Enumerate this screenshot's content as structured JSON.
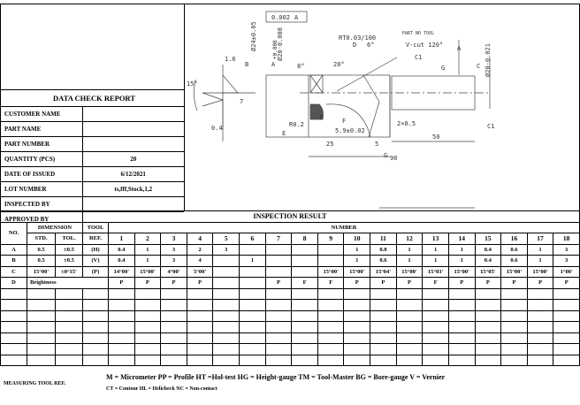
{
  "report": {
    "title": "DATA CHECK REPORT",
    "fields": [
      {
        "label": "CUSTOMER NAME",
        "value": ""
      },
      {
        "label": "PART NAME",
        "value": ""
      },
      {
        "label": "PART NUMBER",
        "value": ""
      },
      {
        "label": "QUANTITY (PCS)",
        "value": "20"
      },
      {
        "label": "DATE OF ISSUED",
        "value": "6/12/2021"
      },
      {
        "label": "LOT NUMBER",
        "value": "ts,fff,Stock,1,2"
      },
      {
        "label": "INSPECTED BY",
        "value": ""
      },
      {
        "label": "APPROVED BY",
        "value": ""
      }
    ]
  },
  "drawing": {
    "labels": {
      "d1_6": "1.6",
      "a15": "15°",
      "d7": "7",
      "d0_4": "0.4",
      "b": "B",
      "b_dim": "Ø24±0.05",
      "a": "A",
      "a_dim": "Ø20-0.008",
      "a_tol": "+0.008",
      "gdt": "0.002",
      "gdt_ref": "A",
      "a8": "8°",
      "d": "D",
      "runout": "RT0.03/100",
      "a20": "20°",
      "a6": "6°",
      "part": "PART NO TOOL",
      "vcut": "V-cut 120°",
      "c1a": "C1",
      "g": "G",
      "datum": "A",
      "c": "C",
      "c_dim": "Ø20-0.021",
      "c_tol": "+0",
      "e": "E",
      "r02": "R0.2",
      "d5": "5",
      "f": "F",
      "f_dim": "5.9±0.02",
      "d2x05": "2×0.5",
      "d25": "25",
      "d5b": "5",
      "d50": "50",
      "c1b": "C1",
      "gcirc": "G",
      "d90": "90"
    }
  },
  "inspection": {
    "title": "INSPECTION RESULT",
    "headers": {
      "no": "NO.",
      "dimension": "DIMENSION",
      "tool": "TOOL",
      "number": "NUMBER",
      "std": "STD.",
      "tol": "TOL.",
      "ref": "REF."
    },
    "numbers": [
      "1",
      "2",
      "3",
      "4",
      "5",
      "6",
      "7",
      "8",
      "9",
      "10",
      "11",
      "12",
      "13",
      "14",
      "15",
      "16",
      "17",
      "18"
    ],
    "rows": [
      {
        "no": "A",
        "std": "0.5",
        "tol": "±0.5",
        "ref": "(H)",
        "vals": [
          "0.4",
          "1",
          "3",
          "2",
          "3",
          "",
          "",
          "",
          "",
          "1",
          "0.8",
          "1",
          "1",
          "1",
          "0.4",
          "0.6",
          "1",
          "3"
        ]
      },
      {
        "no": "B",
        "std": "0.5",
        "tol": "±0.5",
        "ref": "(V)",
        "vals": [
          "0.4",
          "1",
          "3",
          "4",
          "",
          "1",
          "",
          "",
          "",
          "1",
          "0.6",
          "1",
          "1",
          "1",
          "0.4",
          "0.6",
          "1",
          "3"
        ]
      },
      {
        "no": "C",
        "std": "15°00'",
        "tol": "±0°15'",
        "ref": "(P)",
        "vals": [
          "14°00'",
          "15°00'",
          "4°00'",
          "5°00'",
          "",
          "",
          "",
          "",
          "15°00'",
          "15°00'",
          "15°04'",
          "15°00'",
          "15°03'",
          "15°00'",
          "15°05'",
          "15°00'",
          "15°00'",
          "1°00'"
        ]
      },
      {
        "no": "D",
        "std": "Brightness",
        "tol": "",
        "ref": "",
        "vals": [
          "P",
          "P",
          "P",
          "P",
          "",
          "",
          "P",
          "F",
          "F",
          "P",
          "P",
          "P",
          "F",
          "P",
          "P",
          "P",
          "P",
          "P"
        ]
      }
    ],
    "empty_rows": 7
  },
  "footer": {
    "label": "MEASURING TOOL REF.",
    "line1": "M = Micrometer PP = Profile HT =Hol-test HG = Height-gauge TM = Tool-Master  BG = Bore-gauge V = Vernier",
    "line2": "CT = Contour HL = Helicheck NC = Non-contact"
  }
}
